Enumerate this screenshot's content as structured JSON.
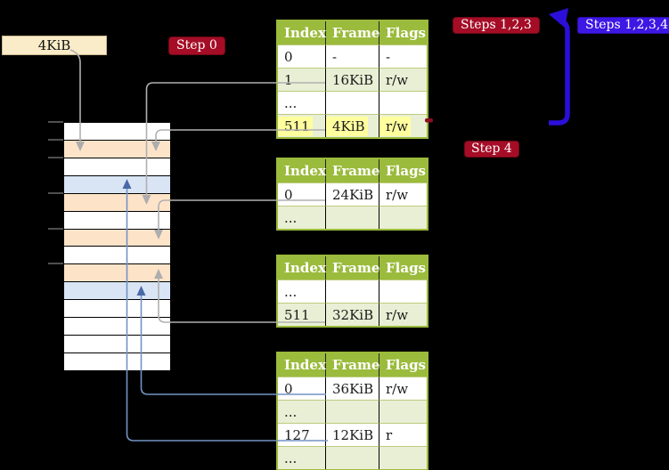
{
  "colors": {
    "background": "#000000",
    "table_header_green": "#9bbb3c",
    "table_row_alt_green": "#e9efd5",
    "memory_table_row_peach": "#fde4c9",
    "memory_page_row_blue": "#d9e5f4",
    "highlight_yellow": "#ffff9e",
    "badge_red": "#a50d26",
    "badge_blue": "#3d17e3",
    "loop_arrow_blue": "#2b0fd9",
    "thin_arrow_blue": "#7492c4",
    "thin_arrow_gray": "#b0b0b0",
    "label_box_cream": "#faecc8"
  },
  "page_size_label": "4KiB",
  "badges": {
    "step0": "Step 0",
    "steps123": "Steps 1,2,3",
    "steps1234": "Steps 1,2,3,4",
    "step4": "Step 4"
  },
  "memory": {
    "rows": [
      {
        "fill": "white"
      },
      {
        "fill": "peach"
      },
      {
        "fill": "white"
      },
      {
        "fill": "blue"
      },
      {
        "fill": "peach"
      },
      {
        "fill": "white"
      },
      {
        "fill": "peach"
      },
      {
        "fill": "white"
      },
      {
        "fill": "peach"
      },
      {
        "fill": "blue"
      },
      {
        "fill": "white"
      },
      {
        "fill": "white"
      },
      {
        "fill": "white"
      },
      {
        "fill": "white"
      }
    ]
  },
  "tables": [
    {
      "headers": [
        "Index",
        "Frame",
        "Flags"
      ],
      "rows": [
        {
          "cells": [
            "0",
            "-",
            "-"
          ]
        },
        {
          "cells": [
            "1",
            "16KiB",
            "r/w"
          ]
        },
        {
          "cells": [
            "...",
            "",
            ""
          ]
        },
        {
          "cells": [
            "511",
            "4KiB",
            "r/w"
          ],
          "highlight": true
        }
      ]
    },
    {
      "headers": [
        "Index",
        "Frame",
        "Flags"
      ],
      "rows": [
        {
          "cells": [
            "0",
            "24KiB",
            "r/w"
          ]
        },
        {
          "cells": [
            "...",
            "",
            ""
          ]
        }
      ]
    },
    {
      "headers": [
        "Index",
        "Frame",
        "Flags"
      ],
      "rows": [
        {
          "cells": [
            "...",
            "",
            ""
          ]
        },
        {
          "cells": [
            "511",
            "32KiB",
            "r/w"
          ]
        }
      ]
    },
    {
      "headers": [
        "Index",
        "Frame",
        "Flags"
      ],
      "rows": [
        {
          "cells": [
            "0",
            "36KiB",
            "r/w"
          ]
        },
        {
          "cells": [
            "...",
            "",
            ""
          ]
        },
        {
          "cells": [
            "127",
            "12KiB",
            "r"
          ]
        },
        {
          "cells": [
            "...",
            "",
            ""
          ]
        }
      ]
    }
  ]
}
